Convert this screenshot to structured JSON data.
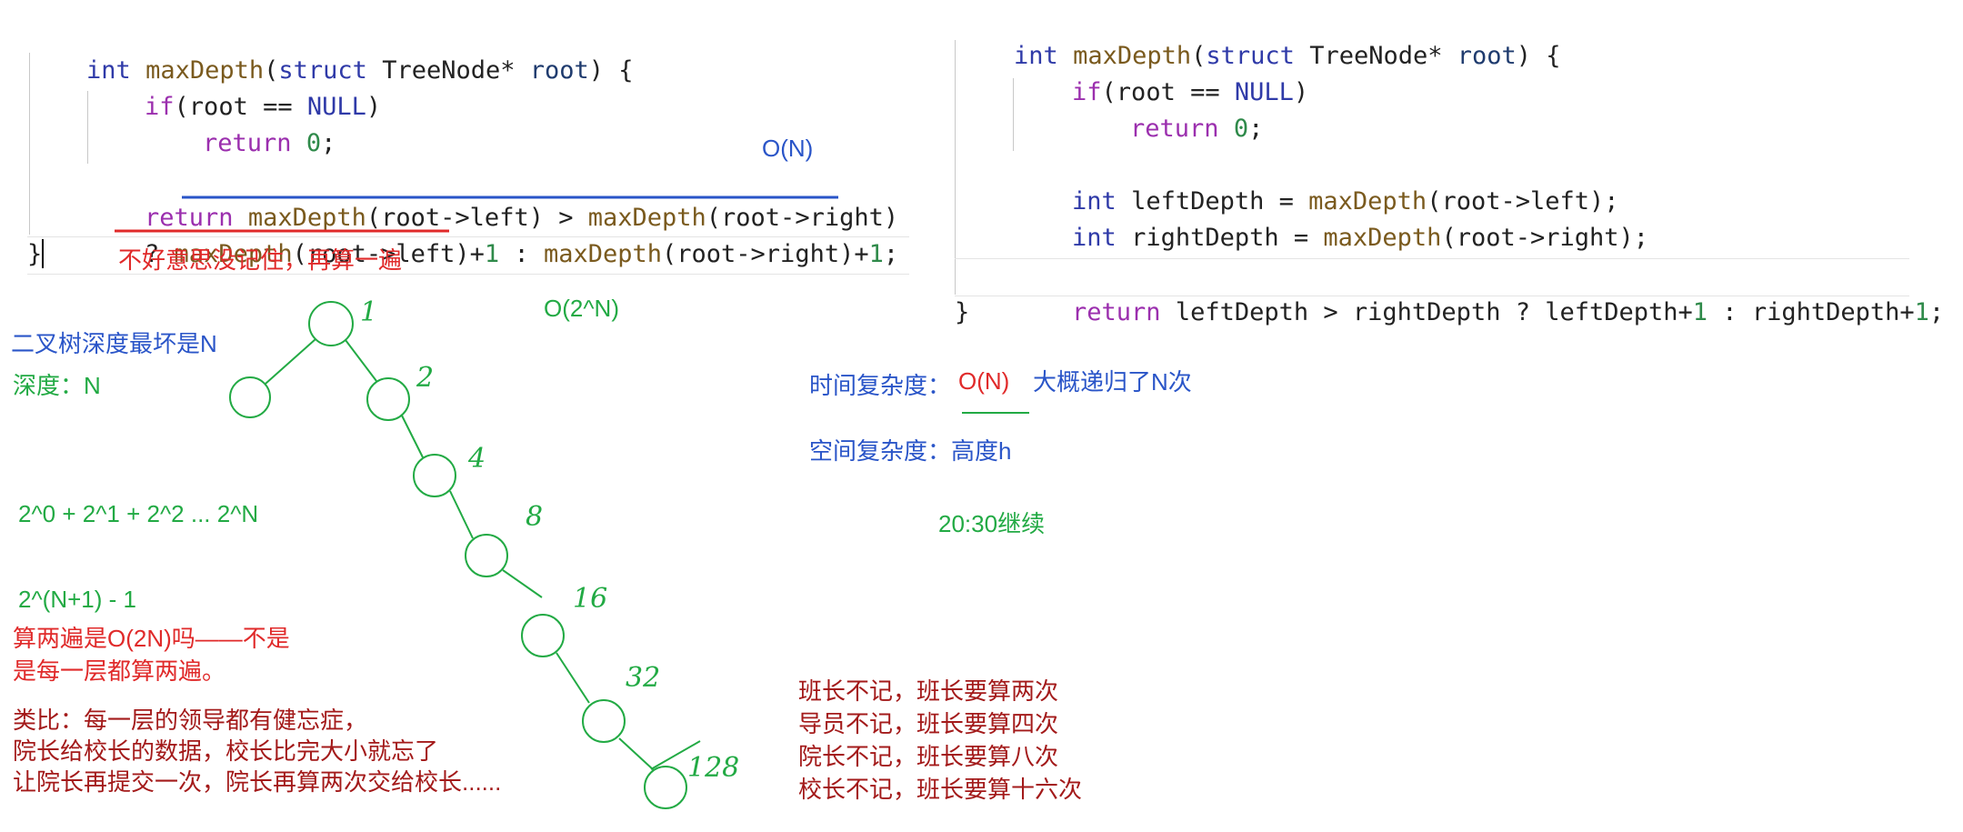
{
  "left_code": {
    "l1": {
      "kw": "int",
      "fn": "maxDepth",
      "p1": "(",
      "kw2": "struct",
      "rest": " TreeNode* ",
      "var": "root",
      "end": ") {"
    },
    "l2": {
      "kw": "if",
      "rest": "(root == ",
      "null": "NULL",
      "end": ")"
    },
    "l3": {
      "kw": "return",
      "num": "0",
      "end": ";"
    },
    "l4": {
      "kw": "return",
      "fn1": "maxDepth",
      "a1": "(root->left) > ",
      "fn2": "maxDepth",
      "a2": "(root->right)"
    },
    "l5": {
      "q": "? ",
      "fn1": "maxDepth",
      "a1": "(root->left)+",
      "n1": "1",
      "mid": " : ",
      "fn2": "maxDepth",
      "a2": "(root->right)+",
      "n2": "1",
      "end": ";"
    },
    "l6": "}"
  },
  "right_code": {
    "l1": {
      "kw": "int",
      "fn": "maxDepth",
      "p1": "(",
      "kw2": "struct",
      "rest": " TreeNode* ",
      "var": "root",
      "end": ") {"
    },
    "l2": {
      "kw": "if",
      "rest": "(root == ",
      "null": "NULL",
      "end": ")"
    },
    "l3": {
      "kw": "return",
      "num": "0",
      "end": ";"
    },
    "l4": {
      "kw": "int",
      "rest": " leftDepth = ",
      "fn": "maxDepth",
      "args": "(root->left);"
    },
    "l5": {
      "kw": "int",
      "rest": " rightDepth = ",
      "fn": "maxDepth",
      "args": "(root->right);"
    },
    "l6": {
      "kw": "return",
      "rest": " leftDepth > rightDepth ? leftDepth+",
      "n1": "1",
      "mid": " : rightDepth+",
      "n2": "1",
      "end": ";"
    },
    "l7": "}"
  },
  "annotations": {
    "on": "O(N)",
    "forgot": "不好意思没记住，再算一遍",
    "o2n": "O(2^N)",
    "worst_depth": "二叉树深度最坏是N",
    "depth": "深度：N",
    "sum": "2^0 + 2^1 + 2^2 ... 2^N",
    "total": "2^(N+1) - 1",
    "twice_q": "算两遍是O(2N)吗——不是",
    "twice_a": "是每一层都算两遍。",
    "analogy1": "类比：每一层的领导都有健忘症，",
    "analogy2": "院长给校长的数据，校长比完大小就忘了",
    "analogy3": "让院长再提交一次，院长再算两次交给校长......",
    "time_label": "时间复杂度：",
    "time_value": "O(N)",
    "time_note": "大概递归了N次",
    "space": "空间复杂度：高度h",
    "continue": "20:30继续",
    "chain1": "班长不记，班长要算两次",
    "chain2": "导员不记，班长要算四次",
    "chain3": "院长不记，班长要算八次",
    "chain4": "校长不记，班长要算十六次"
  },
  "tree_labels": [
    "1",
    "2",
    "4",
    "8",
    "16",
    "32",
    "128"
  ],
  "colors": {
    "blue": "#2a55c8",
    "green": "#22aa44",
    "red": "#e02a2a",
    "dark_red": "#a31a1a"
  }
}
